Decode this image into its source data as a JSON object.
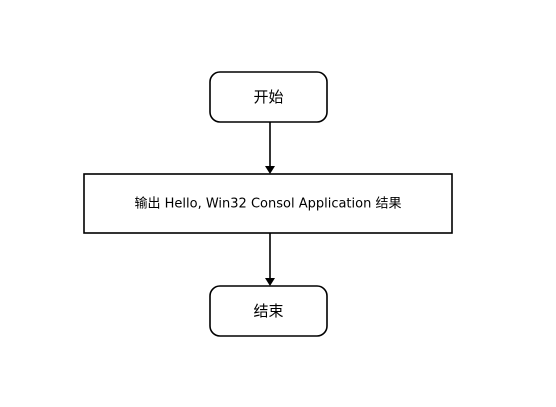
{
  "diagram": {
    "type": "flowchart",
    "nodes": [
      {
        "id": "start",
        "shape": "terminator",
        "label": "开始"
      },
      {
        "id": "process",
        "shape": "process",
        "label": "输出 Hello, Win32 Consol Application 结果"
      },
      {
        "id": "end",
        "shape": "terminator",
        "label": "结束"
      }
    ],
    "edges": [
      {
        "from": "start",
        "to": "process"
      },
      {
        "from": "process",
        "to": "end"
      }
    ],
    "colors": {
      "stroke": "#000000",
      "fill": "#ffffff",
      "text": "#000000"
    }
  }
}
